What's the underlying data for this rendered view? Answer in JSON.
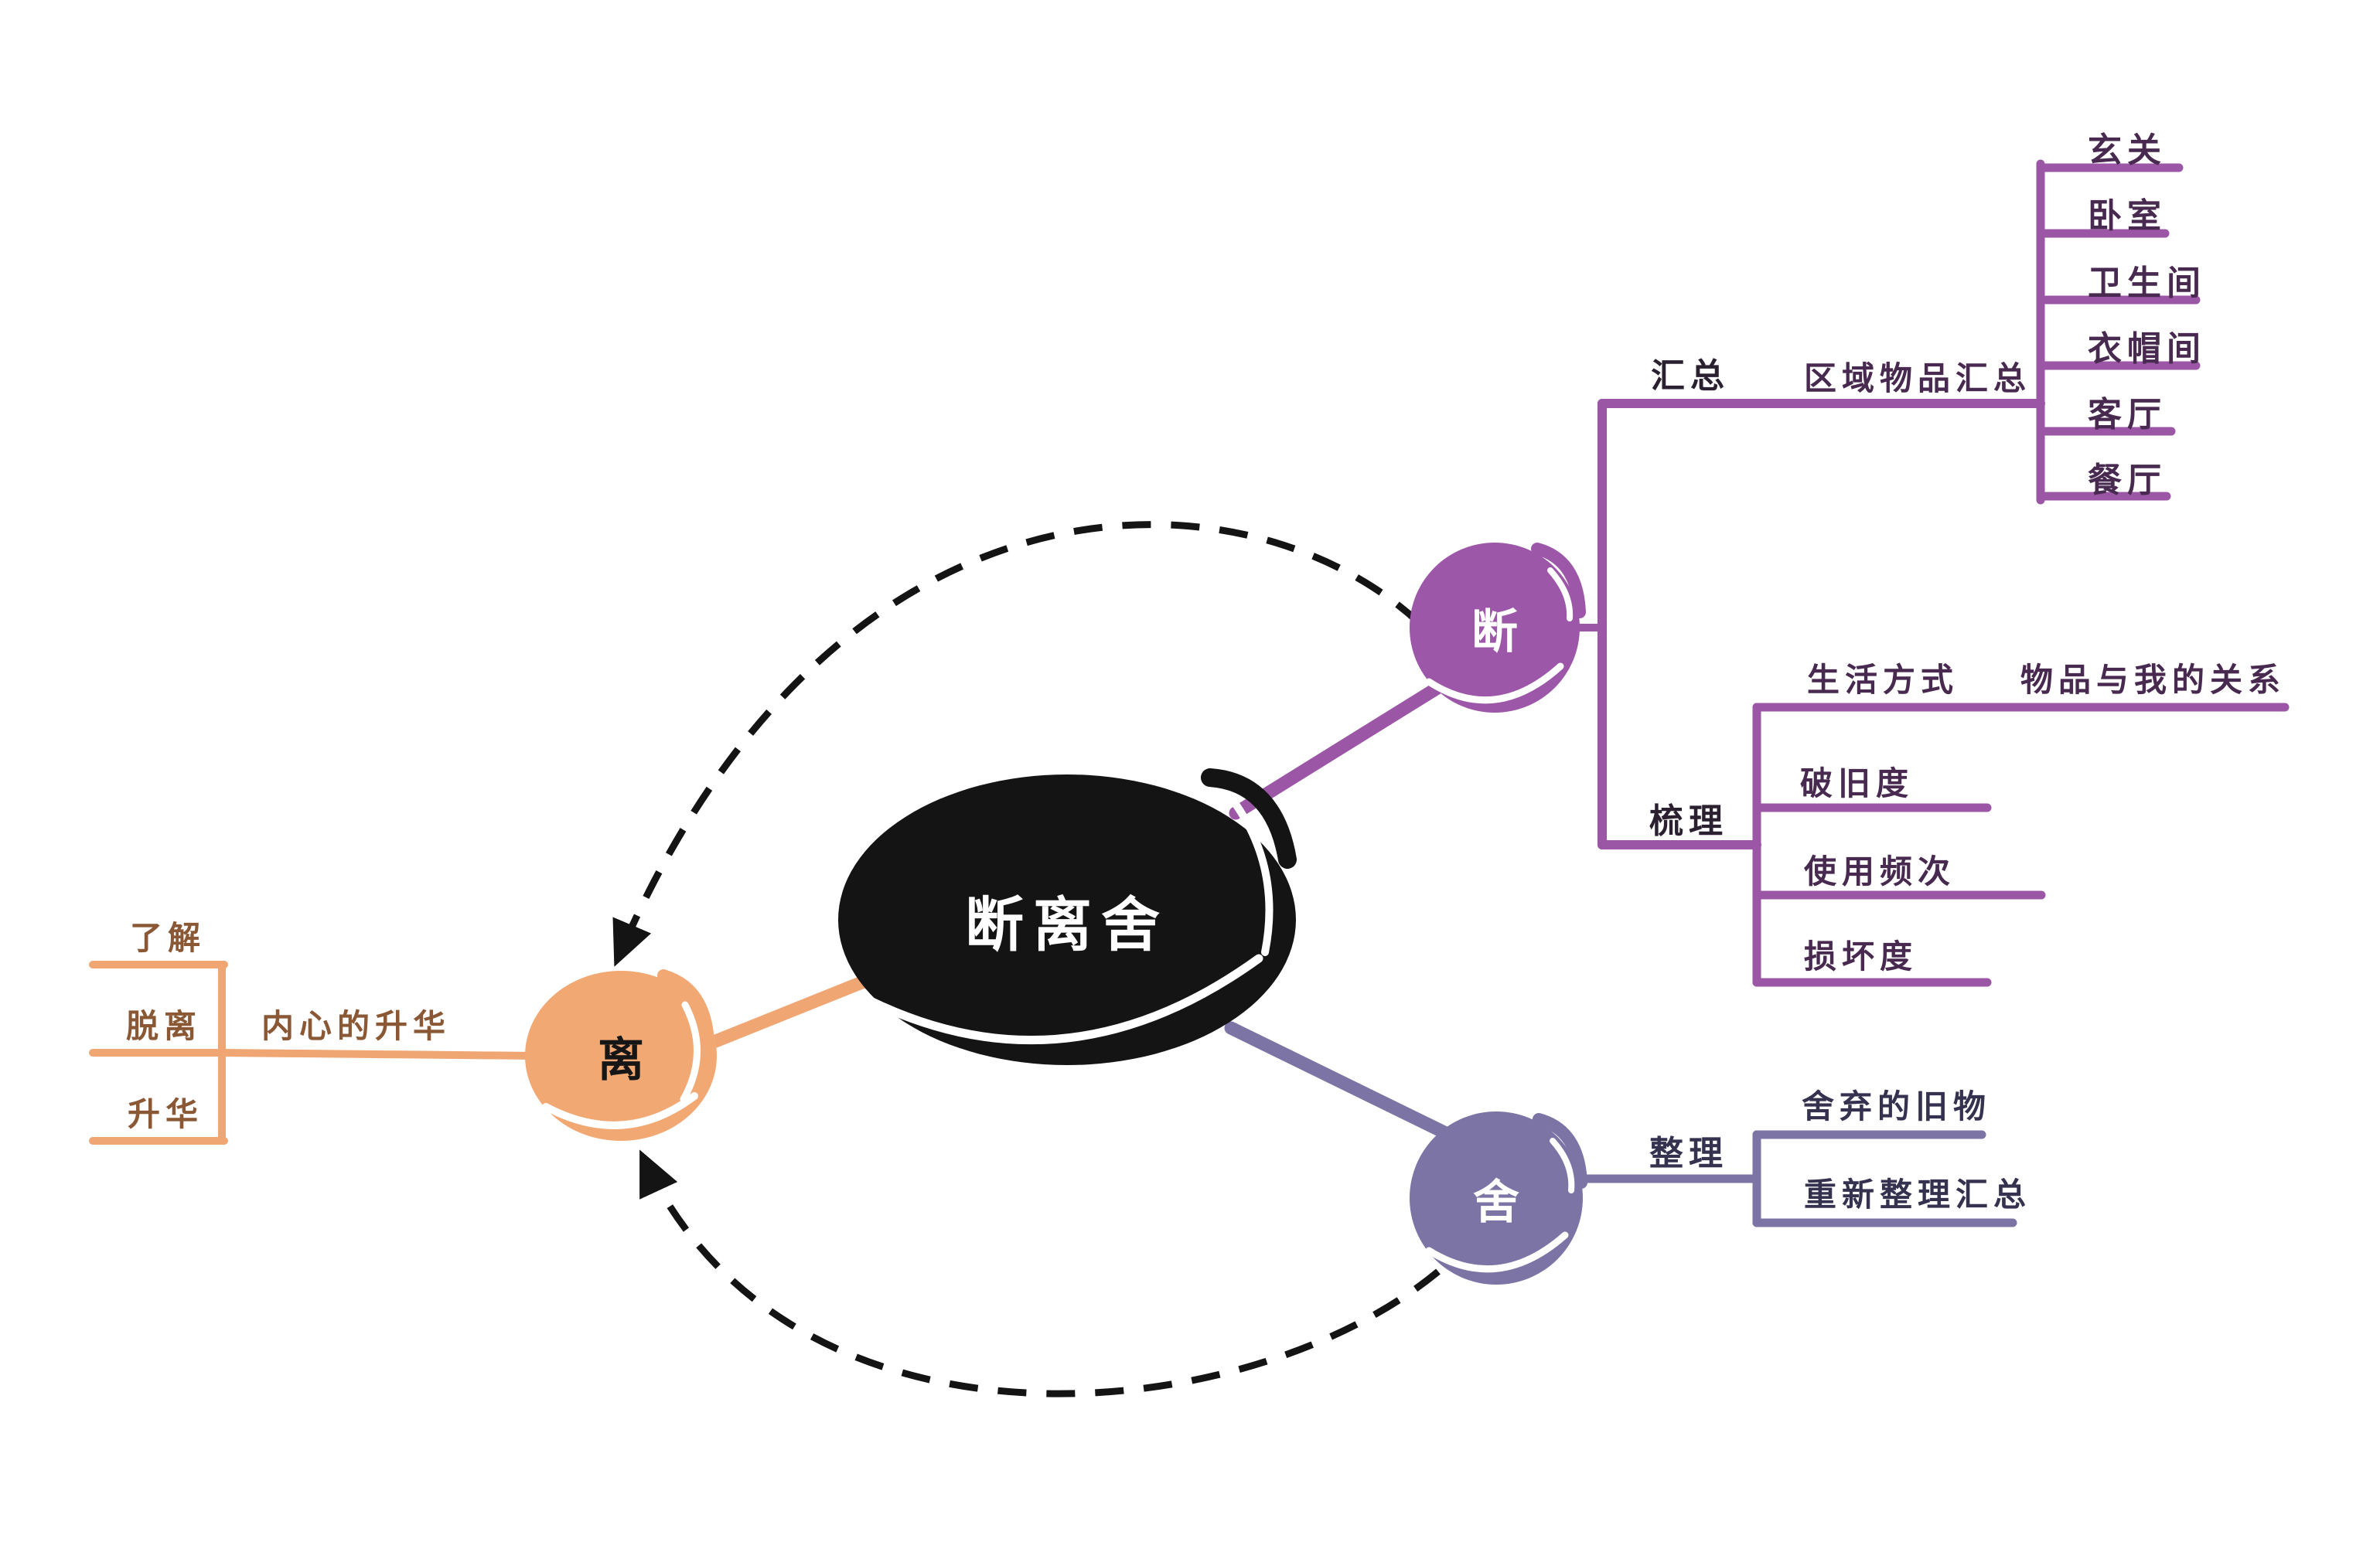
{
  "title": "断离舍",
  "colors": {
    "duan_node": "#9d57a8",
    "duan_line": "#9b57a6",
    "duan_text_dark": "#48294f",
    "she_node": "#7b74a4",
    "she_text_dark": "#34324e",
    "li_node": "#f2a873",
    "li_line": "#f0a673",
    "li_text_brown": "#8a5835",
    "center_node": "#141414",
    "arrow": "#141414"
  },
  "duan": {
    "label": "断",
    "sub1": {
      "label": "汇总",
      "child": "区域物品汇总",
      "rooms": [
        "玄关",
        "卧室",
        "卫生间",
        "衣帽间",
        "客厅",
        "餐厅"
      ]
    },
    "sub2": {
      "label": "梳理",
      "children": [
        "生活方式",
        "破旧度",
        "使用频次",
        "损坏度"
      ],
      "grandchild": "物品与我的关系"
    }
  },
  "she": {
    "label": "舍",
    "sub": {
      "label": "整理",
      "children": [
        "舍弃的旧物",
        "重新整理汇总"
      ]
    }
  },
  "li": {
    "label": "离",
    "sub": {
      "label": "内心的升华",
      "children": [
        "了解",
        "脱离",
        "升华"
      ]
    }
  }
}
